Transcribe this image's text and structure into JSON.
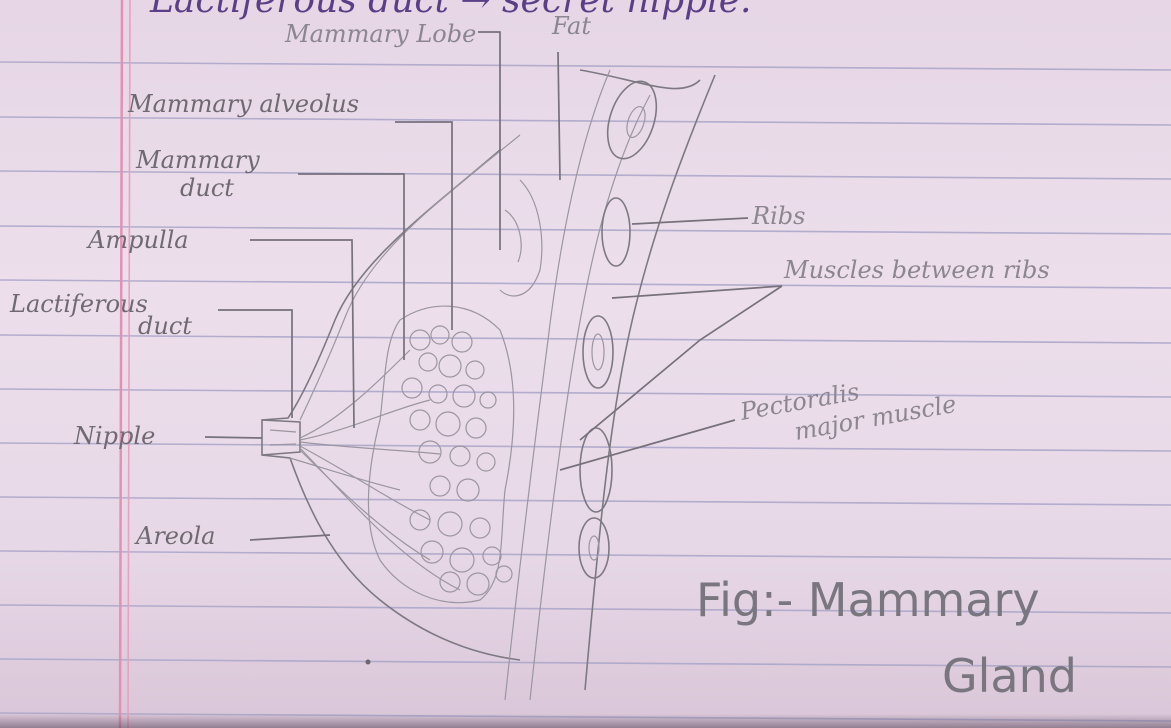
{
  "heading": {
    "partial_text": "Lactiferous duct → secret nipple."
  },
  "labels": {
    "mammary_lobe": "Mammary Lobe",
    "fat": "Fat",
    "mammary_alveolus": "Mammary alveolus",
    "mammary_duct_line1": "Mammary",
    "mammary_duct_line2": "duct",
    "ampulla": "Ampulla",
    "lactiferous_duct_line1": "Lactiferous",
    "lactiferous_duct_line2": "duct",
    "nipple": "Nipple",
    "areola": "Areola",
    "ribs": "Ribs",
    "muscles_between_ribs": "Muscles between ribs",
    "pectoralis_line1": "Pectoralis",
    "pectoralis_line2": "major muscle"
  },
  "caption": {
    "line1": "Fig:- Mammary",
    "line2": "Gland"
  },
  "colors": {
    "paper": "#e9dcea",
    "ruled_line": "#a7a3c7",
    "margin_line": "#e58fb4",
    "pencil": "#7d7982",
    "ink": "#5a3f86"
  }
}
